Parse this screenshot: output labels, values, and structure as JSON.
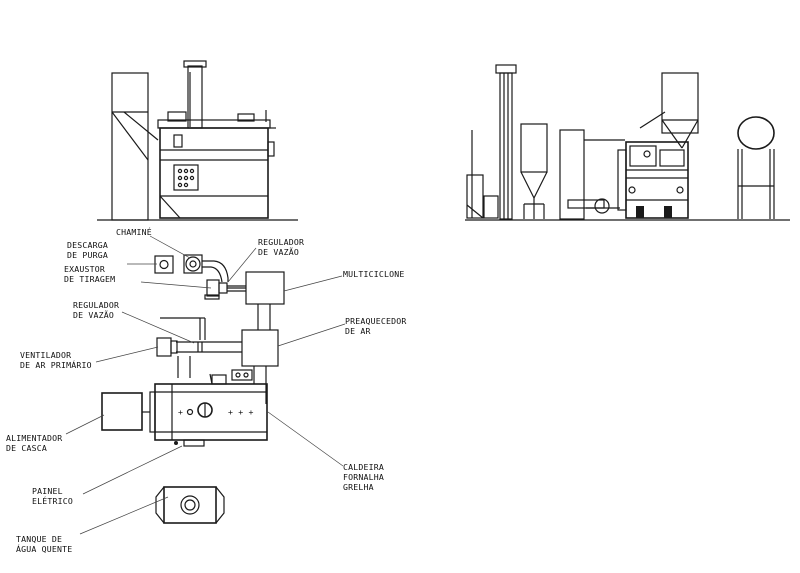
{
  "labels": {
    "chamine": "CHAMINÉ",
    "descarga_1": "DESCARGA",
    "descarga_2": "DE PURGA",
    "regulador_top_1": "REGULADOR",
    "regulador_top_2": "DE VAZÃO",
    "exaustor_1": "EXAUSTOR",
    "exaustor_2": "DE TIRAGEM",
    "multiciclone": "MULTICICLONE",
    "regulador_mid_1": "REGULADOR",
    "regulador_mid_2": "DE VAZÃO",
    "preaquecedor_1": "PREAQUECEDOR",
    "preaquecedor_2": "DE AR",
    "ventilador_1": "VENTILADOR",
    "ventilador_2": "DE AR PRIMÁRIO",
    "alimentador_1": "ALIMENTADOR",
    "alimentador_2": "DE CASCA",
    "caldeira_1": "CALDEIRA",
    "caldeira_2": "FORNALHA",
    "caldeira_3": "GRELHA",
    "painel_1": "PAINEL",
    "painel_2": "ELÉTRICO",
    "tanque_1": "TANQUE DE",
    "tanque_2": "ÁGUA QUENTE"
  }
}
